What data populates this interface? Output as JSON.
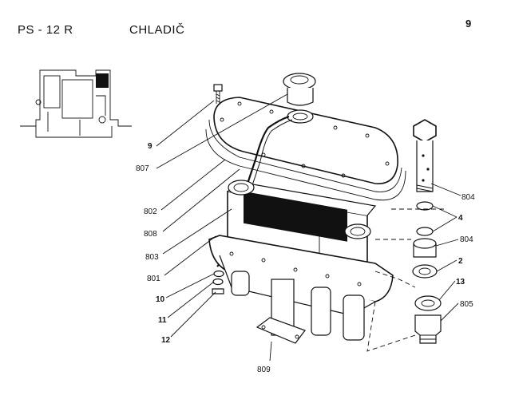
{
  "header": {
    "model": "PS - 12 R",
    "title": "CHLADIČ",
    "page_number": "9"
  },
  "callouts": [
    {
      "label": "9",
      "bold": true
    },
    {
      "label": "807",
      "bold": false
    },
    {
      "label": "802",
      "bold": false
    },
    {
      "label": "808",
      "bold": false
    },
    {
      "label": "803",
      "bold": false
    },
    {
      "label": "801",
      "bold": false
    },
    {
      "label": "10",
      "bold": true
    },
    {
      "label": "11",
      "bold": true
    },
    {
      "label": "12",
      "bold": true
    },
    {
      "label": "809",
      "bold": false
    },
    {
      "label": "804",
      "bold": false
    },
    {
      "label": "4",
      "bold": true
    },
    {
      "label": "804",
      "bold": false
    },
    {
      "label": "2",
      "bold": true
    },
    {
      "label": "13",
      "bold": true
    },
    {
      "label": "805",
      "bold": false
    }
  ]
}
